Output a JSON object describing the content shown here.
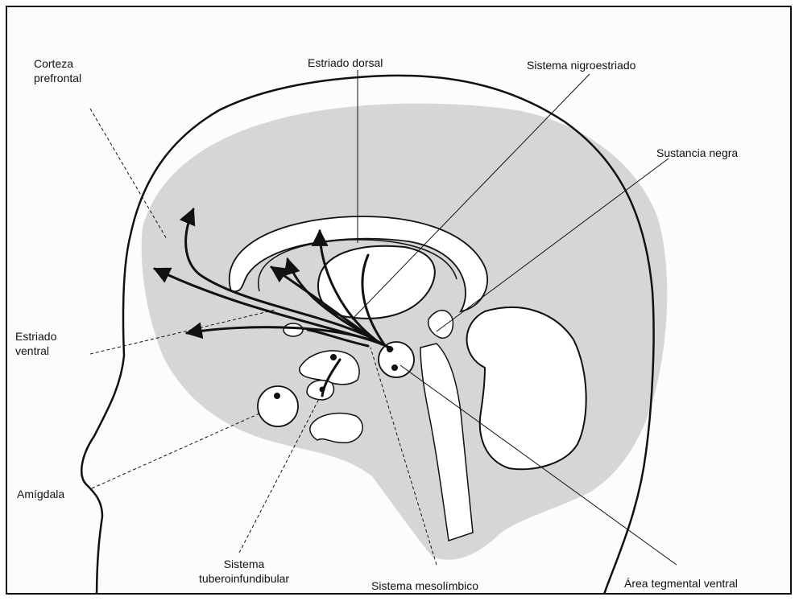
{
  "labels": {
    "corteza_prefrontal": [
      "Corteza",
      "prefrontal"
    ],
    "estriado_dorsal": "Estriado dorsal",
    "sistema_nigroestriado": "Sistema nigroestriado",
    "sustancia_negra": "Sustancia negra",
    "estriado_ventral": [
      "Estriado",
      "ventral"
    ],
    "amigdala": "Amígdala",
    "sistema_tuberoinfundibular": [
      "Sistema",
      "tuberoinfundibular"
    ],
    "sistema_mesolimbico": "Sistema mesolímbico",
    "area_tegmental_ventral": "Área tegmental ventral"
  },
  "colors": {
    "brain_fill": "#d6d6d6",
    "ink": "#111111",
    "page": "#fcfcfc"
  }
}
